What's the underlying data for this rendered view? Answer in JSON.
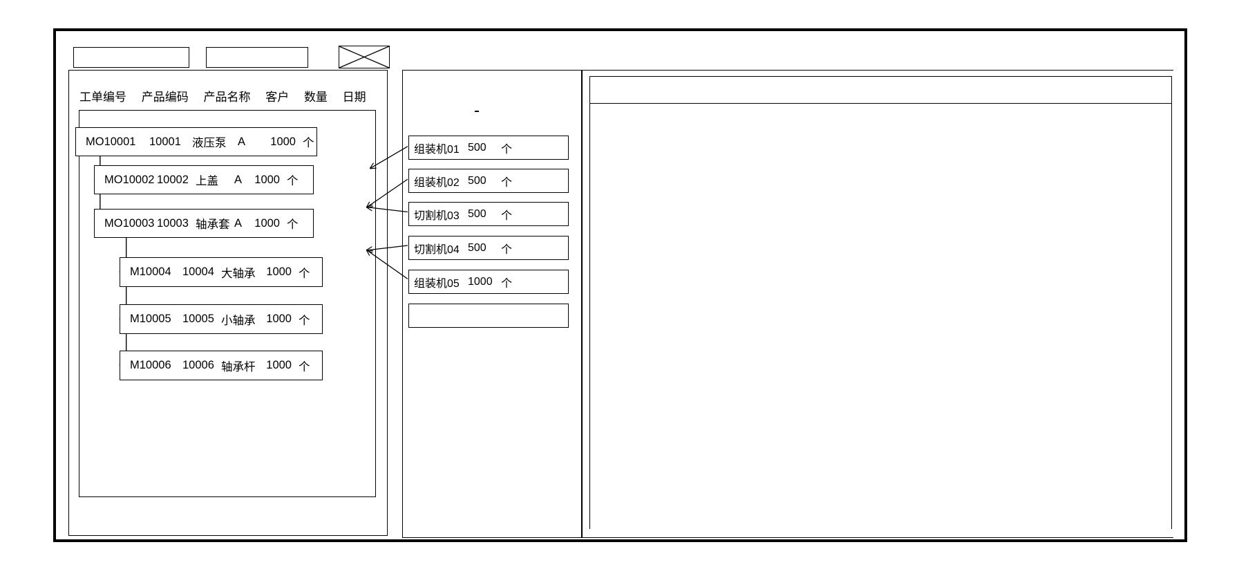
{
  "window": {
    "title": ""
  },
  "toolbar": {
    "field1_value": "",
    "field1_placeholder": "",
    "field2_value": "",
    "field2_placeholder": "",
    "xbox_icon": "crossed-box-icon"
  },
  "left_panel": {
    "columns": [
      "工单编号",
      "产品编码",
      "产品名称",
      "客户",
      "数量",
      "日期"
    ],
    "rows": [
      {
        "level": 0,
        "work_order": "MO10001",
        "product_code": "10001",
        "product_name": "液压泵",
        "customer": "A",
        "quantity": "1000",
        "unit": "个",
        "date": ""
      },
      {
        "level": 1,
        "work_order": "MO10002",
        "product_code": "10002",
        "product_name": "上盖",
        "customer": "A",
        "quantity": "1000",
        "unit": "个",
        "date": ""
      },
      {
        "level": 1,
        "work_order": "MO10003",
        "product_code": "10003",
        "product_name": "轴承套",
        "customer": "A",
        "quantity": "1000",
        "unit": "个",
        "date": ""
      },
      {
        "level": 2,
        "work_order": "M10004",
        "product_code": "10004",
        "product_name": "大轴承",
        "customer": "",
        "quantity": "1000",
        "unit": "个",
        "date": ""
      },
      {
        "level": 2,
        "work_order": "M10005",
        "product_code": "10005",
        "product_name": "小轴承",
        "customer": "",
        "quantity": "1000",
        "unit": "个",
        "date": ""
      },
      {
        "level": 2,
        "work_order": "M10006",
        "product_code": "10006",
        "product_name": "轴承杆",
        "customer": "",
        "quantity": "1000",
        "unit": "个",
        "date": ""
      }
    ]
  },
  "middle_panel": {
    "marker": "-",
    "machines": [
      {
        "name": "组装机01",
        "quantity": "500",
        "unit": "个"
      },
      {
        "name": "组装机02",
        "quantity": "500",
        "unit": "个"
      },
      {
        "name": "切割机03",
        "quantity": "500",
        "unit": "个"
      },
      {
        "name": "切割机04",
        "quantity": "500",
        "unit": "个"
      },
      {
        "name": "组装机05",
        "quantity": "1000",
        "unit": "个"
      },
      {
        "name": "",
        "quantity": "",
        "unit": ""
      }
    ]
  },
  "right_panel": {
    "header_text": "",
    "body_text": ""
  },
  "colors": {
    "line": "#000000",
    "background": "#ffffff"
  }
}
